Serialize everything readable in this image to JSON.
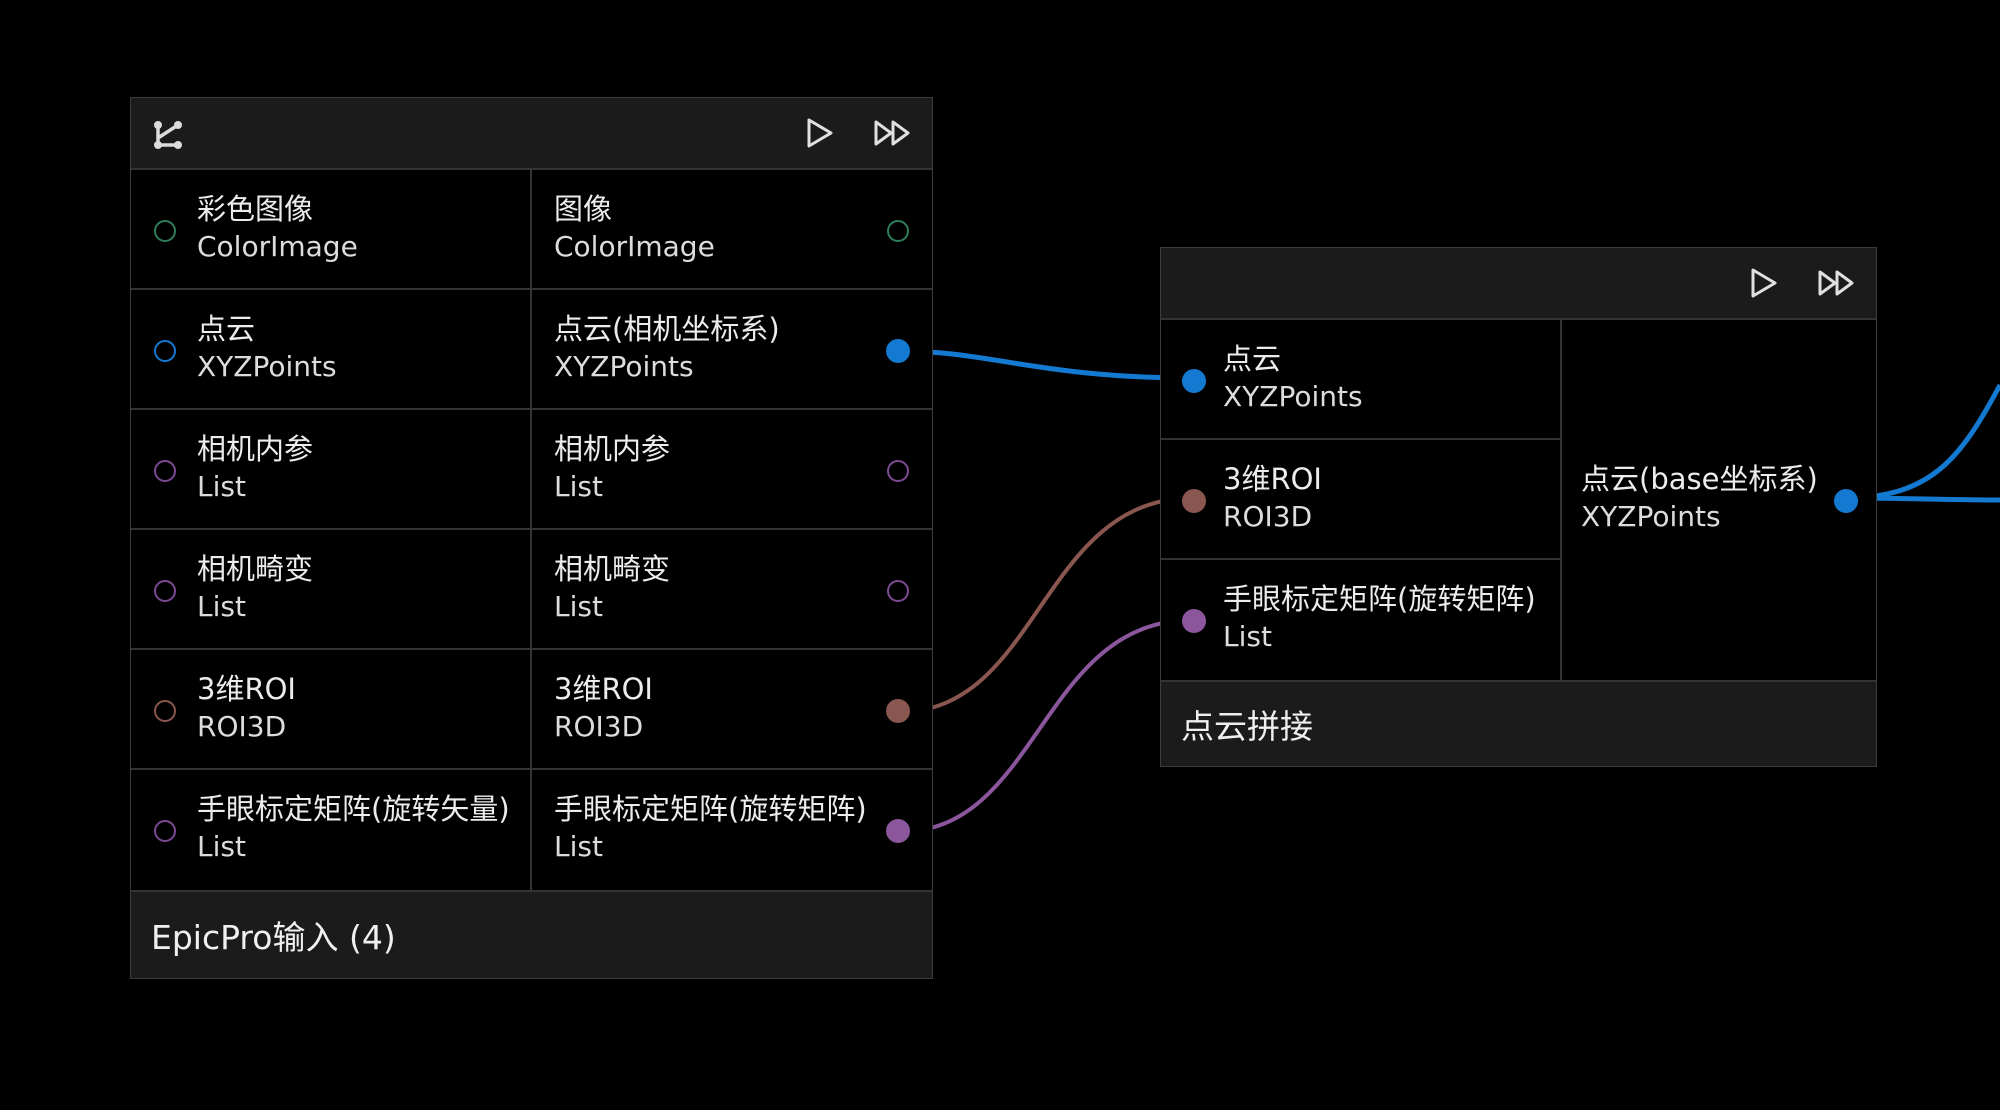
{
  "colors": {
    "green": "#2f7d5a",
    "blue": "#1479d1",
    "purple": "#7b4a92",
    "brown": "#8a5650",
    "plum": "#8b569b",
    "header_bg": "#1b1b1b",
    "divider": "#333333"
  },
  "nodes": [
    {
      "title": "EpicPro输入 (4)",
      "header_icon": "graph-branch-icon",
      "buttons": [
        "run-icon",
        "run-all-icon"
      ],
      "rows": [
        {
          "in": {
            "name": "彩色图像",
            "type": "ColorImage"
          },
          "out": {
            "name": "图像",
            "type": "ColorImage"
          }
        },
        {
          "in": {
            "name": "点云",
            "type": "XYZPoints"
          },
          "out": {
            "name": "点云(相机坐标系)",
            "type": "XYZPoints"
          }
        },
        {
          "in": {
            "name": "相机内参",
            "type": "List"
          },
          "out": {
            "name": "相机内参",
            "type": "List"
          }
        },
        {
          "in": {
            "name": "相机畸变",
            "type": "List"
          },
          "out": {
            "name": "相机畸变",
            "type": "List"
          }
        },
        {
          "in": {
            "name": "3维ROI",
            "type": "ROI3D"
          },
          "out": {
            "name": "3维ROI",
            "type": "ROI3D"
          }
        },
        {
          "in": {
            "name": "手眼标定矩阵(旋转矢量)",
            "type": "List"
          },
          "out": {
            "name": "手眼标定矩阵(旋转矩阵)",
            "type": "List"
          }
        }
      ]
    },
    {
      "title": "点云拼接",
      "buttons": [
        "run-icon",
        "run-all-icon"
      ],
      "inputs": [
        {
          "name": "点云",
          "type": "XYZPoints"
        },
        {
          "name": "3维ROI",
          "type": "ROI3D"
        },
        {
          "name": "手眼标定矩阵(旋转矩阵)",
          "type": "List"
        }
      ],
      "output": {
        "name": "点云(base坐标系)",
        "type": "XYZPoints"
      }
    }
  ]
}
